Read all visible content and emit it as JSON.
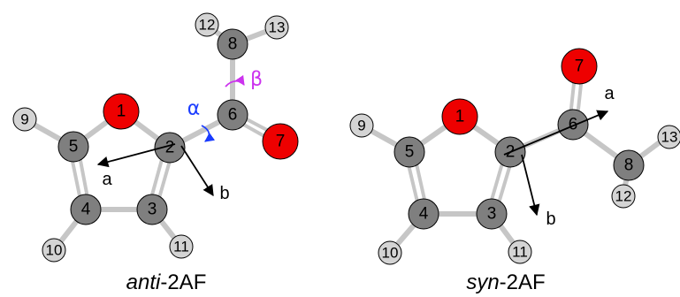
{
  "colors": {
    "carbon": "#7f7f7f",
    "hydrogen": "#d4d4d4",
    "oxygen": "#ee0000",
    "bond": "#c6c6c6",
    "outline": "#000000",
    "alpha": "#1a3cff",
    "beta": "#cc33ee"
  },
  "molecules": [
    {
      "id": "anti",
      "caption": {
        "prefix": "anti",
        "suffix": "-2AF"
      },
      "torsion_labels": {
        "alpha": "α",
        "beta": "β"
      },
      "axis_labels": {
        "a": "a",
        "b": "b"
      },
      "atoms": [
        {
          "label": "1",
          "element": "O"
        },
        {
          "label": "2",
          "element": "C"
        },
        {
          "label": "3",
          "element": "C"
        },
        {
          "label": "4",
          "element": "C"
        },
        {
          "label": "5",
          "element": "C"
        },
        {
          "label": "6",
          "element": "C"
        },
        {
          "label": "7",
          "element": "O"
        },
        {
          "label": "8",
          "element": "C"
        },
        {
          "label": "9",
          "element": "H"
        },
        {
          "label": "10",
          "element": "H"
        },
        {
          "label": "11",
          "element": "H"
        },
        {
          "label": "12",
          "element": "H"
        },
        {
          "label": "13",
          "element": "H"
        }
      ]
    },
    {
      "id": "syn",
      "caption": {
        "prefix": "syn",
        "suffix": "-2AF"
      },
      "axis_labels": {
        "a": "a",
        "b": "b"
      },
      "atoms": [
        {
          "label": "1",
          "element": "O"
        },
        {
          "label": "2",
          "element": "C"
        },
        {
          "label": "3",
          "element": "C"
        },
        {
          "label": "4",
          "element": "C"
        },
        {
          "label": "5",
          "element": "C"
        },
        {
          "label": "6",
          "element": "C"
        },
        {
          "label": "7",
          "element": "O"
        },
        {
          "label": "8",
          "element": "C"
        },
        {
          "label": "9",
          "element": "H"
        },
        {
          "label": "10",
          "element": "H"
        },
        {
          "label": "11",
          "element": "H"
        },
        {
          "label": "12",
          "element": "H"
        },
        {
          "label": "13",
          "element": "H"
        }
      ]
    }
  ]
}
